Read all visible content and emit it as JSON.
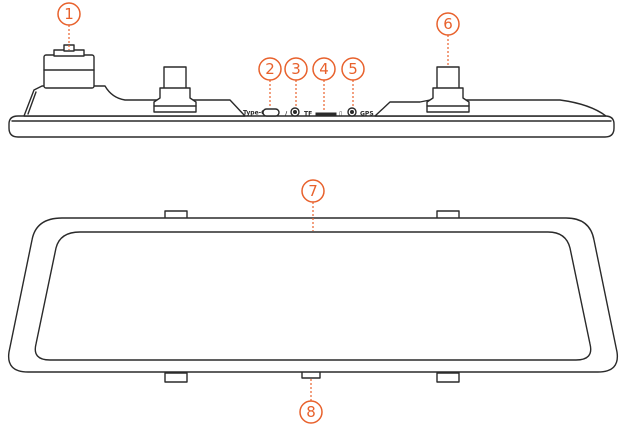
{
  "callouts": [
    {
      "id": "1",
      "label": "1"
    },
    {
      "id": "2",
      "label": "2"
    },
    {
      "id": "3",
      "label": "3"
    },
    {
      "id": "4",
      "label": "4"
    },
    {
      "id": "5",
      "label": "5"
    },
    {
      "id": "6",
      "label": "6"
    },
    {
      "id": "7",
      "label": "7"
    },
    {
      "id": "8",
      "label": "8"
    }
  ],
  "port_labels": {
    "typec": "Type-C",
    "tf": "TF",
    "gps": "GPS"
  },
  "colors": {
    "callout": "#e8612c",
    "line": "#2a2a2a",
    "background": "#ffffff"
  }
}
